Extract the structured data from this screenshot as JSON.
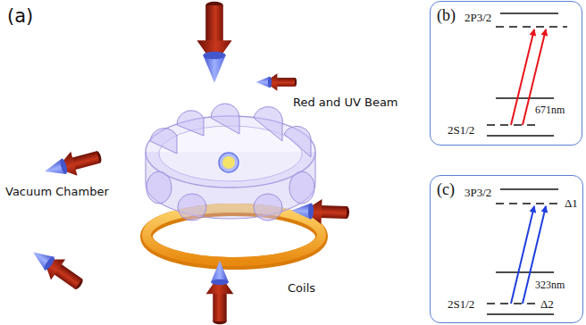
{
  "diagram": {
    "nodes": [
      {
        "text": [
          "(b)",
          "2P3/2",
          "671nm",
          "2S1/2"
        ]
      },
      {
        "text": [
          "(c)",
          "3P3/2",
          "Δ1",
          "323nm",
          "2S1/2",
          "Δ2"
        ]
      }
    ],
    "labels": [
      "(a)",
      "Red and UV Beam",
      "Vacuum Chamber",
      "Coils"
    ]
  }
}
